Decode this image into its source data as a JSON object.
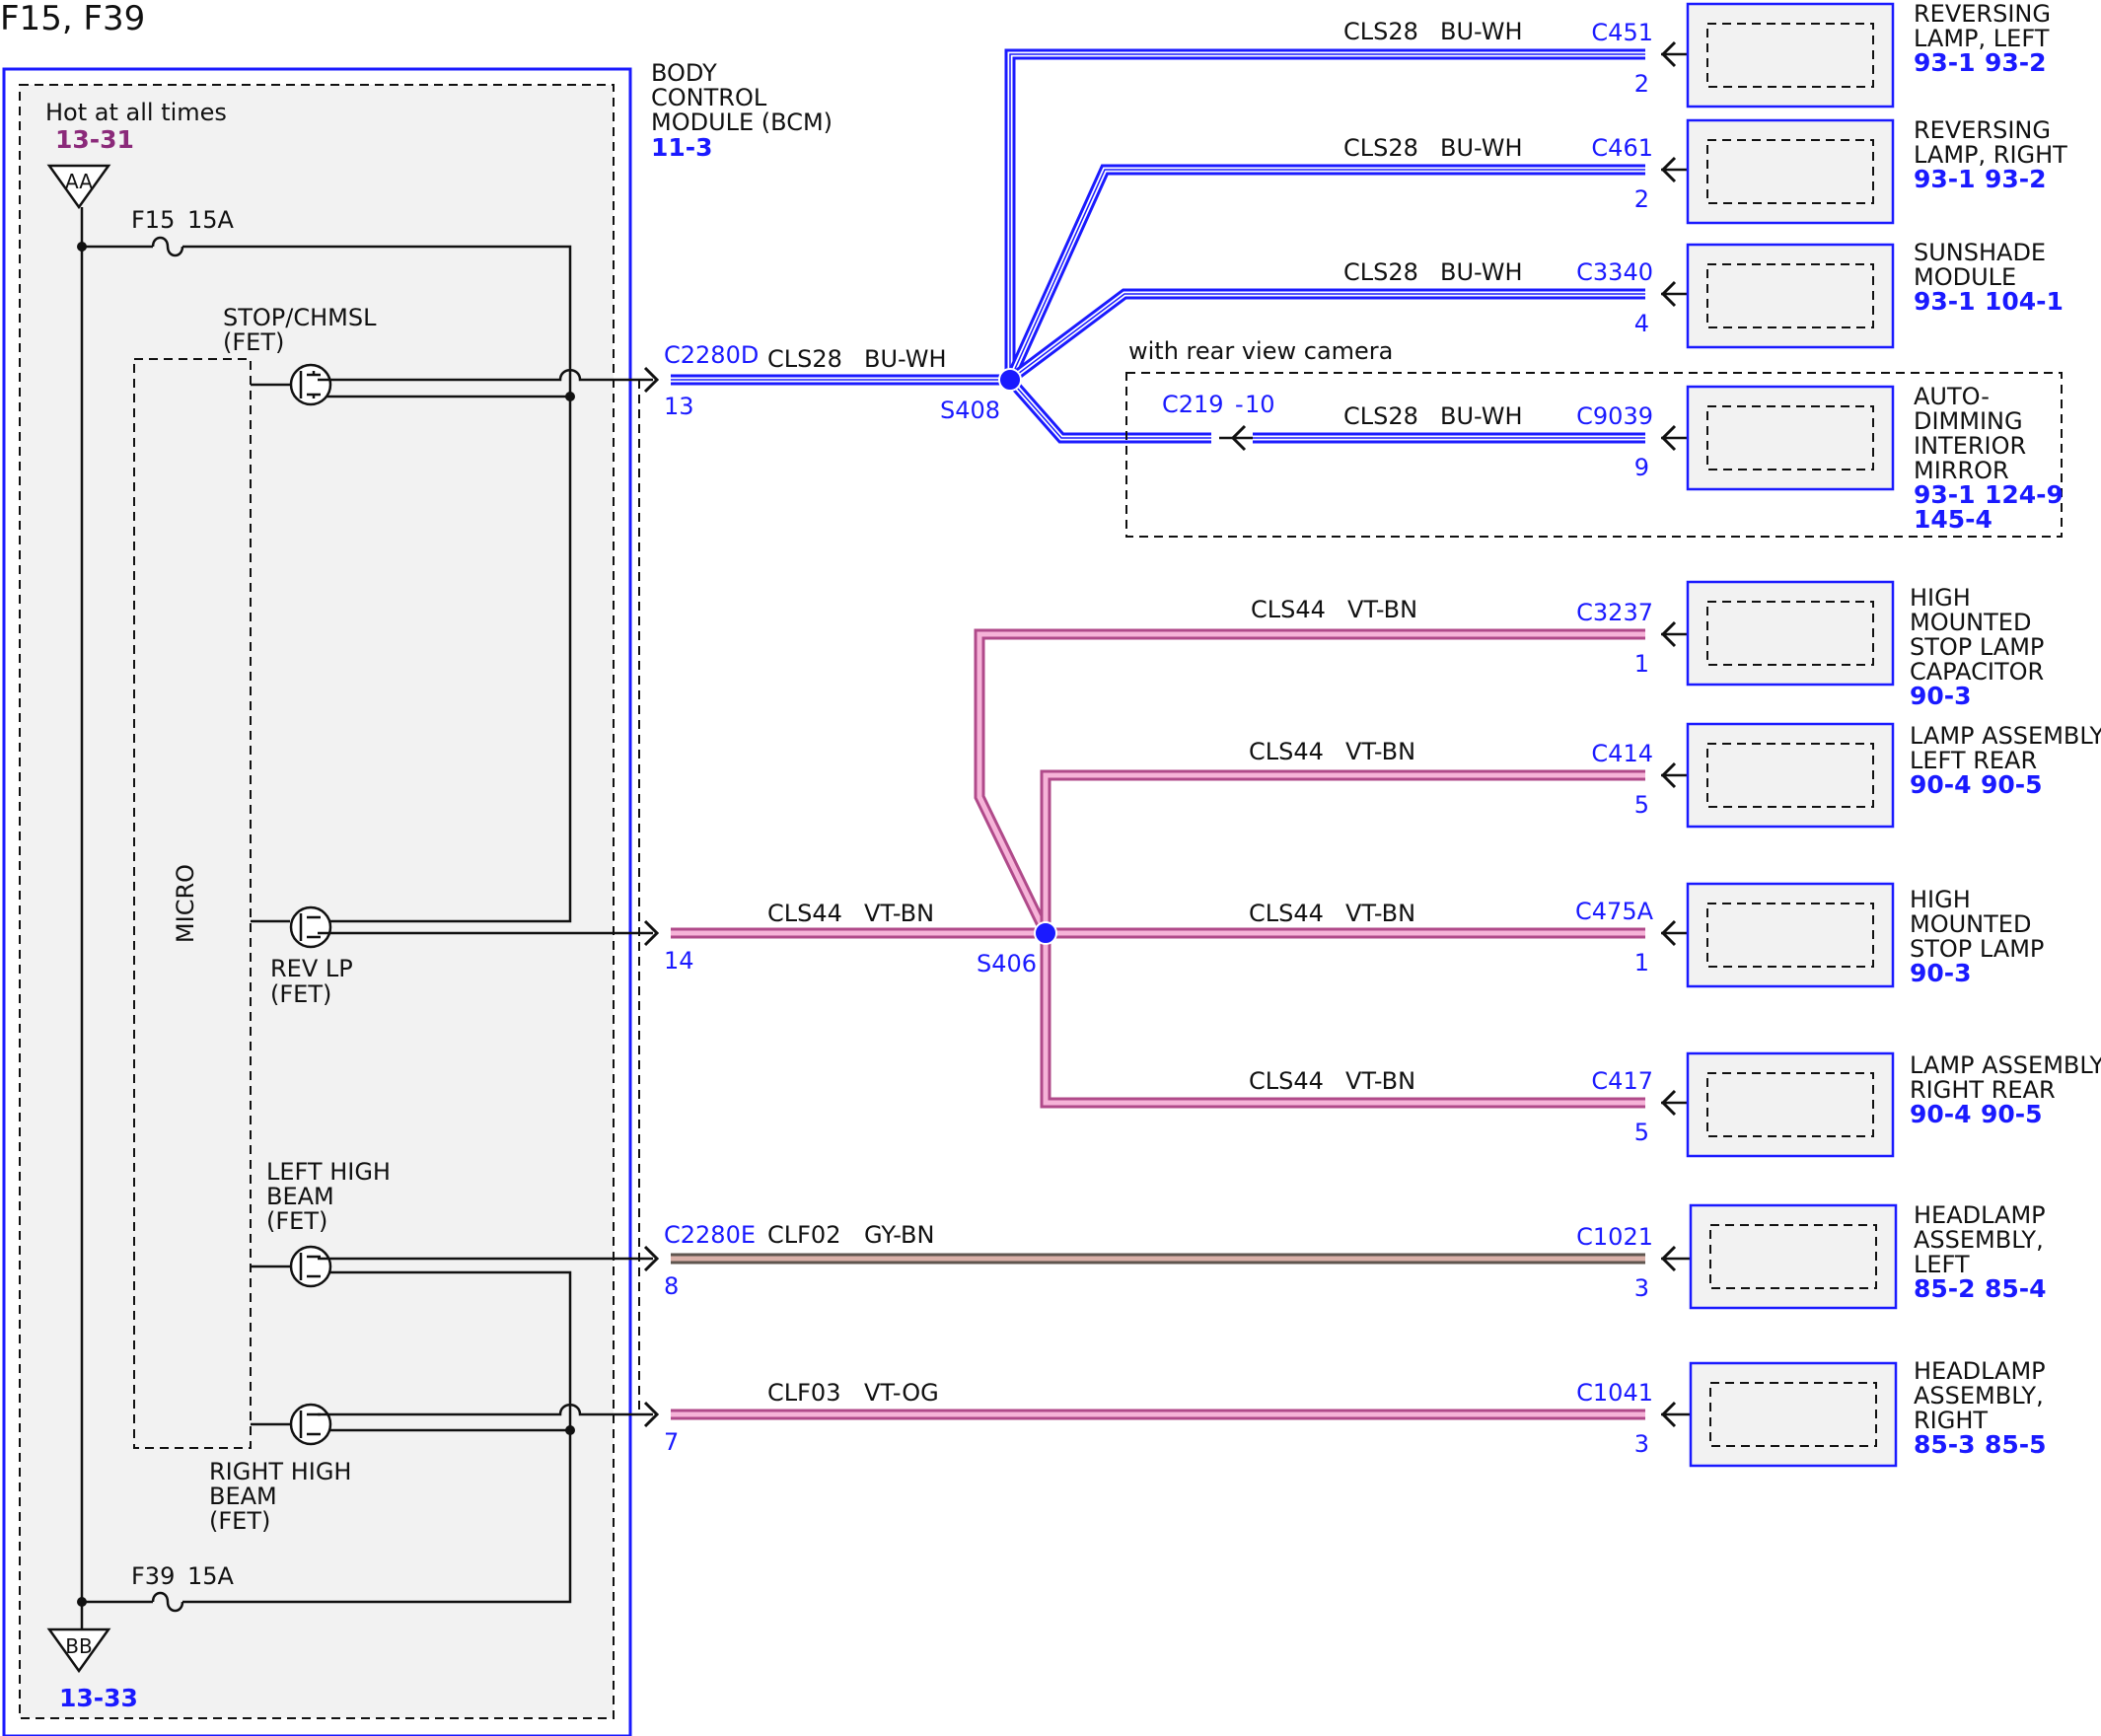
{
  "page_title": "F15, F39",
  "module": {
    "name_lines": [
      "BODY",
      "CONTROL",
      "MODULE (BCM)"
    ],
    "ref": "11-3",
    "hot_label": "Hot at all times",
    "hot_ref": "13-31",
    "top_terminal": "AA",
    "bottom_terminal": "BB",
    "bottom_ref": "13-33",
    "fuse_top": {
      "name": "F15",
      "rating": "15A"
    },
    "fuse_bottom": {
      "name": "F39",
      "rating": "15A"
    },
    "micro_label": "MICRO",
    "fets": [
      {
        "lines": [
          "STOP/CHMSL",
          "(FET)"
        ]
      },
      {
        "lines": [
          "REV LP",
          "(FET)"
        ]
      },
      {
        "lines": [
          "LEFT HIGH",
          "BEAM",
          "(FET)"
        ]
      },
      {
        "lines": [
          "RIGHT HIGH",
          "BEAM",
          "(FET)"
        ]
      }
    ]
  },
  "outputs": [
    {
      "connector": "C2280D",
      "pin": "13",
      "circuit": "CLS28",
      "color": "BU-WH"
    },
    {
      "connector": "",
      "pin": "14",
      "circuit": "CLS44",
      "color": "VT-BN"
    },
    {
      "connector": "C2280E",
      "pin": "8",
      "circuit": "CLF02",
      "color": "GY-BN"
    },
    {
      "connector": "",
      "pin": "7",
      "circuit": "CLF03",
      "color": "VT-OG"
    }
  ],
  "splices": {
    "s408": "S408",
    "s406": "S406"
  },
  "camera_option": {
    "label": "with rear view camera",
    "inline_connector": "C219",
    "inline_pin": "10"
  },
  "wire_colors": {
    "blue": "#1a1aff",
    "pink": "#e87ab8",
    "gray_brown": "#7a6a62"
  },
  "branches": [
    {
      "circuit": "CLS28",
      "color": "BU-WH",
      "connector": "C451",
      "pin": "2",
      "component": [
        "REVERSING",
        "LAMP, LEFT"
      ],
      "refs": [
        "93-1",
        "93-2"
      ]
    },
    {
      "circuit": "CLS28",
      "color": "BU-WH",
      "connector": "C461",
      "pin": "2",
      "component": [
        "REVERSING",
        "LAMP, RIGHT"
      ],
      "refs": [
        "93-1",
        "93-2"
      ]
    },
    {
      "circuit": "CLS28",
      "color": "BU-WH",
      "connector": "C3340",
      "pin": "4",
      "component": [
        "SUNSHADE",
        "MODULE"
      ],
      "refs": [
        "93-1",
        "104-1"
      ]
    },
    {
      "circuit": "CLS28",
      "color": "BU-WH",
      "connector": "C9039",
      "pin": "9",
      "component": [
        "AUTO-",
        "DIMMING",
        "INTERIOR",
        "MIRROR"
      ],
      "refs": [
        "93-1",
        "124-9",
        "145-4"
      ]
    },
    {
      "circuit": "CLS44",
      "color": "VT-BN",
      "connector": "C3237",
      "pin": "1",
      "component": [
        "HIGH",
        "MOUNTED",
        "STOP LAMP",
        "CAPACITOR"
      ],
      "refs": [
        "90-3"
      ]
    },
    {
      "circuit": "CLS44",
      "color": "VT-BN",
      "connector": "C414",
      "pin": "5",
      "component": [
        "LAMP ASSEMBLY,",
        "LEFT REAR"
      ],
      "refs": [
        "90-4",
        "90-5"
      ]
    },
    {
      "circuit": "CLS44",
      "color": "VT-BN",
      "connector": "C475A",
      "pin": "1",
      "component": [
        "HIGH",
        "MOUNTED",
        "STOP LAMP"
      ],
      "refs": [
        "90-3"
      ]
    },
    {
      "circuit": "CLS44",
      "color": "VT-BN",
      "connector": "C417",
      "pin": "5",
      "component": [
        "LAMP ASSEMBLY,",
        "RIGHT REAR"
      ],
      "refs": [
        "90-4",
        "90-5"
      ]
    },
    {
      "circuit": "CLF02",
      "color": "GY-BN",
      "connector": "C1021",
      "pin": "3",
      "component": [
        "HEADLAMP",
        "ASSEMBLY,",
        "LEFT"
      ],
      "refs": [
        "85-2",
        "85-4"
      ]
    },
    {
      "circuit": "CLF03",
      "color": "VT-OG",
      "connector": "C1041",
      "pin": "3",
      "component": [
        "HEADLAMP",
        "ASSEMBLY,",
        "RIGHT"
      ],
      "refs": [
        "85-3",
        "85-5"
      ]
    }
  ]
}
